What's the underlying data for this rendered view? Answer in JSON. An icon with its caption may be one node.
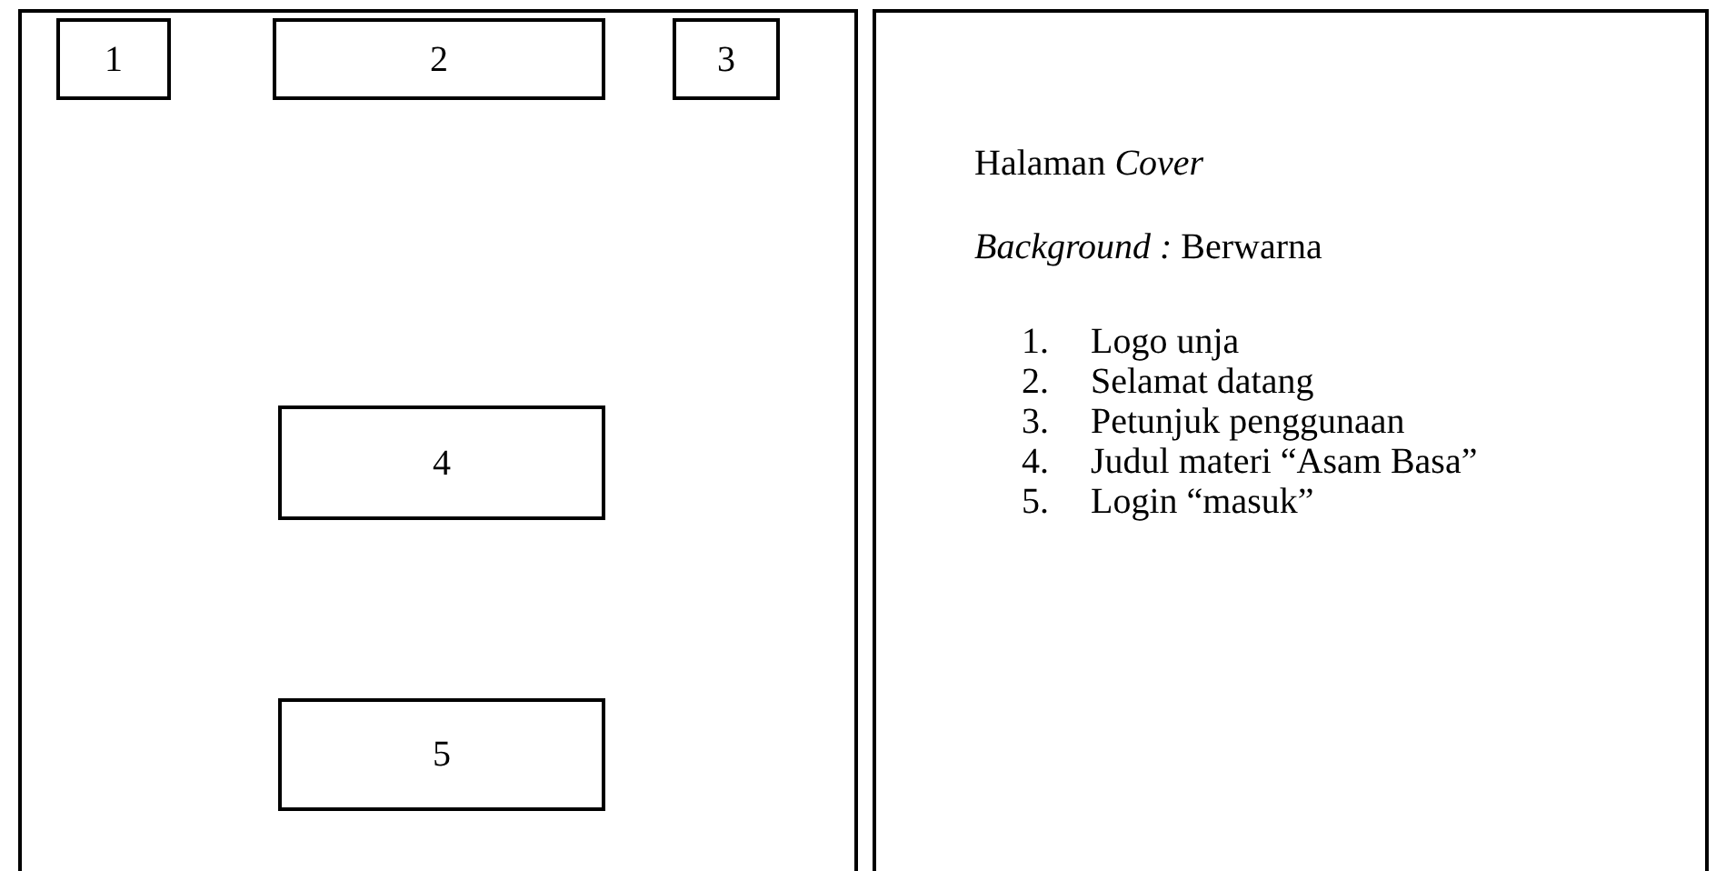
{
  "diagram": {
    "nodes": [
      {
        "text": [],
        "shape": "box"
      },
      {
        "text": [
          "1"
        ],
        "in": 0
      },
      {
        "text": [
          "2"
        ],
        "in": 0
      },
      {
        "text": [
          "3"
        ],
        "in": 0
      },
      {
        "text": [
          "4"
        ],
        "in": 0
      },
      {
        "text": [
          "5"
        ],
        "in": 0
      },
      {
        "text": [
          "Halaman *Cover*",
          "*Background :* Berwarna",
          "1. Logo unja",
          "2. Selamat datang",
          "3. Petunjuk penggunaan",
          "4. Judul materi “Asam Basa”",
          "5. Login “masuk”"
        ]
      }
    ],
    "edges": []
  }
}
